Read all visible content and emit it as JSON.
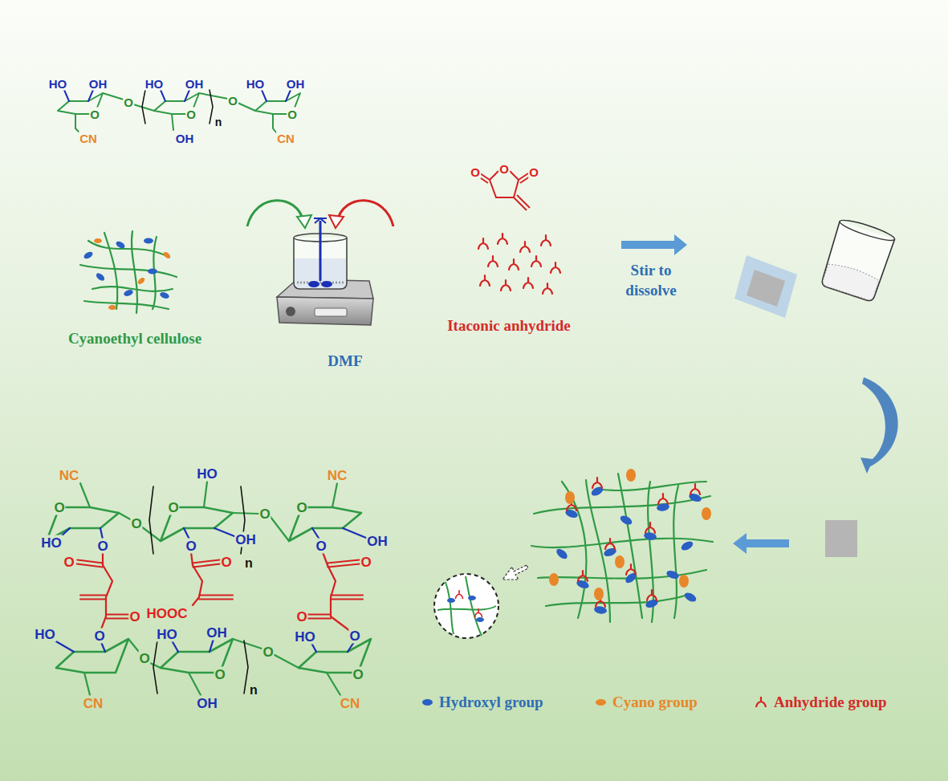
{
  "diagram": {
    "labels": [
      "HO",
      "OH",
      "HO",
      "OH",
      "HO",
      "OH",
      "O",
      "O",
      "O",
      "n",
      "O",
      "O",
      "CN",
      "OH",
      "CN",
      "O",
      "O",
      "O",
      "Cyanoethyl cellulose",
      "DMF",
      "Itaconic anhydride",
      "Stir to dissolve",
      "NC",
      "HO",
      "NC",
      "O",
      "O",
      "O",
      "O",
      "n",
      "O",
      "HO",
      "O",
      "O",
      "OH",
      "O",
      "OH",
      "O",
      "O",
      "O",
      "HOOC",
      "O",
      "O",
      "HO",
      "O",
      "HO",
      "OH",
      "HO",
      "O",
      "O",
      "O",
      "n",
      "O",
      "O",
      "CN",
      "OH",
      "CN"
    ],
    "legend": [
      {
        "text": "Hydroxyl group",
        "color": "#2a5fc4"
      },
      {
        "text": "Cyano group",
        "color": "#e8862a"
      },
      {
        "text": "Anhydride group"
      }
    ]
  }
}
